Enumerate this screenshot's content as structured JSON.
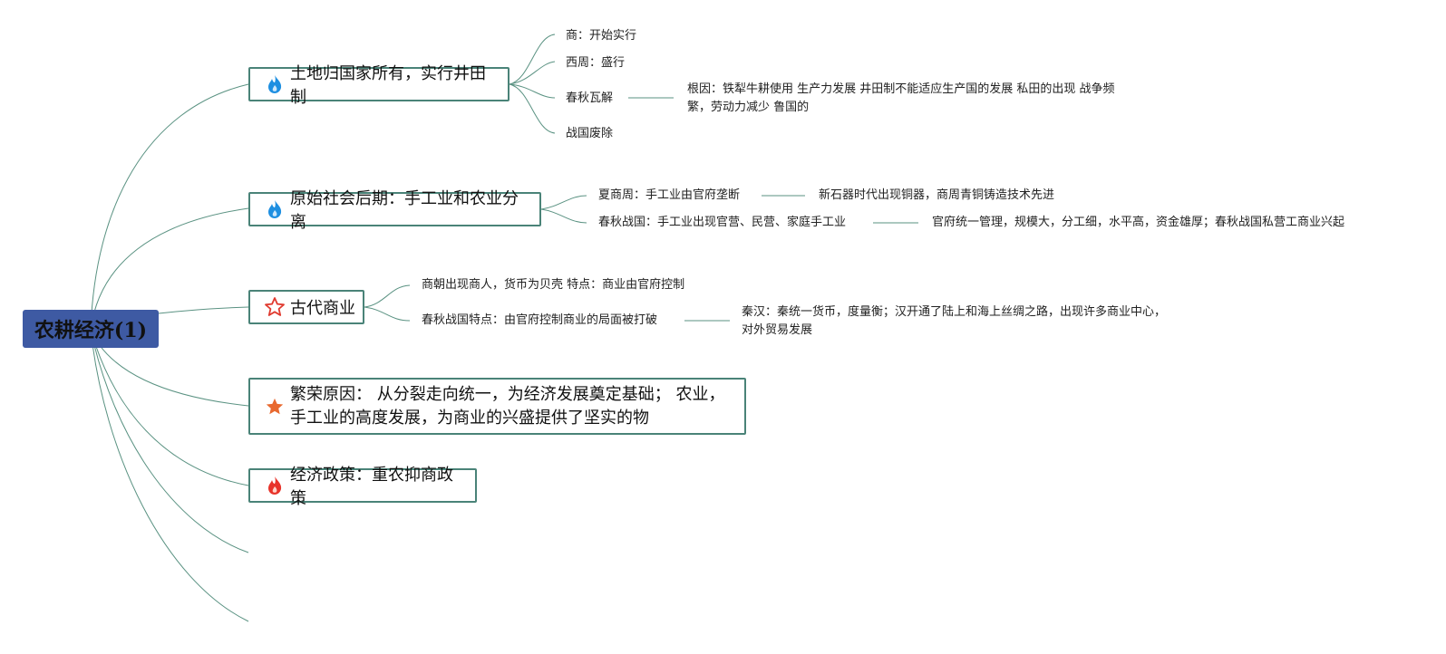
{
  "root": "农耕经济(1)",
  "colors": {
    "root_bg": "#3e5aa3",
    "border": "#4a8378",
    "link": "#5a9282"
  },
  "topics": [
    {
      "icon": "flame-blue-icon",
      "label": "土地归国家所有，实行井田制",
      "children": [
        {
          "label": "商：开始实行"
        },
        {
          "label": "西周：盛行"
        },
        {
          "label": "春秋瓦解",
          "detail": "根因：铁犁牛耕使用 生产力发展 井田制不能适应生产国的发展 私田的出现 战争频繁，劳动力减少 鲁国的"
        },
        {
          "label": "战国废除"
        }
      ]
    },
    {
      "icon": "flame-blue-icon",
      "label": "原始社会后期：手工业和农业分离",
      "children": [
        {
          "label": "夏商周：手工业由官府垄断",
          "detail": "新石器时代出现铜器，商周青铜铸造技术先进"
        },
        {
          "label": "春秋战国：手工业出现官营、民营、家庭手工业",
          "detail": "官府统一管理，规模大，分工细，水平高，资金雄厚；春秋战国私营工商业兴起"
        }
      ]
    },
    {
      "icon": "star-outline-icon",
      "label": "古代商业",
      "children": [
        {
          "label": "商朝出现商人，货币为贝壳 特点：商业由官府控制"
        },
        {
          "label": "春秋战国特点：由官府控制商业的局面被打破",
          "detail": "秦汉：秦统一货币，度量衡；汉开通了陆上和海上丝绸之路，出现许多商业中心，对外贸易发展"
        }
      ]
    },
    {
      "icon": "star-filled-icon",
      "label": "繁荣原因： 从分裂走向统一，为经济发展奠定基础； 农业，手工业的高度发展，为商业的兴盛提供了坚实的物"
    },
    {
      "icon": "flame-red-icon",
      "label": "经济政策：重农抑商政策"
    }
  ]
}
